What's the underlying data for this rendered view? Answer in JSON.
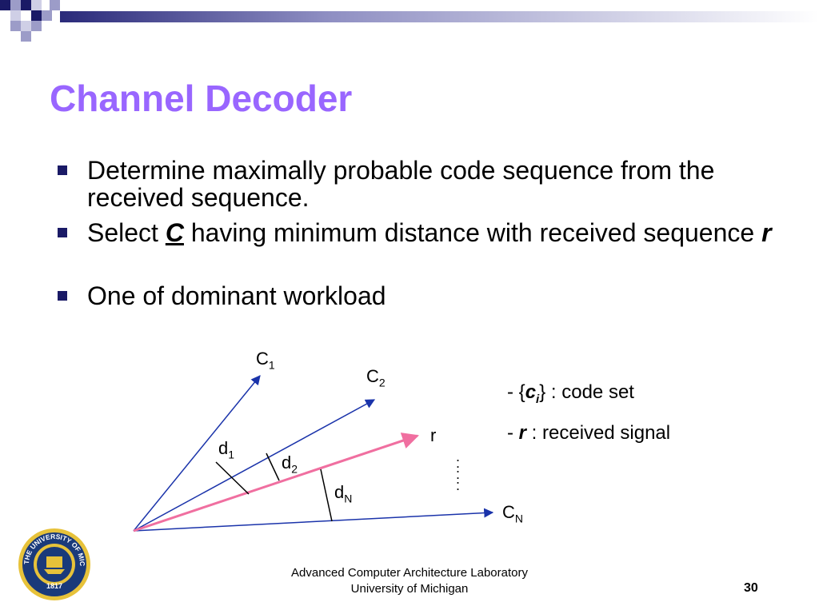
{
  "title": "Channel Decoder",
  "bullets": [
    {
      "text": "Determine maximally probable code sequence from the received sequence."
    },
    {
      "pre": "Select ",
      "bold": "C",
      "post": " having minimum distance with received sequence ",
      "end": "r"
    },
    {
      "text": "One of dominant workload"
    }
  ],
  "diagram": {
    "vectors": [
      {
        "label": "C",
        "sub": "1"
      },
      {
        "label": "C",
        "sub": "2"
      },
      {
        "label": "r",
        "sub": ""
      },
      {
        "label": "C",
        "sub": "N"
      }
    ],
    "distances": [
      {
        "label": "d",
        "sub": "1"
      },
      {
        "label": "d",
        "sub": "2"
      },
      {
        "label": "d",
        "sub": "N"
      }
    ],
    "ellipsis": ":\n:\n:",
    "colors": {
      "code_vectors": "#1a33aa",
      "received": "#f06fa0",
      "distance": "#000000"
    }
  },
  "legend": {
    "code_set": {
      "prefix": "- {",
      "symbol": "c",
      "subscript": "i",
      "suffix": "} : code set"
    },
    "received": {
      "prefix": "- ",
      "symbol": "r",
      "suffix": " : received signal"
    }
  },
  "footer": {
    "lab": "Advanced Computer Architecture Laboratory",
    "university": "University of Michigan",
    "page": "30"
  },
  "seal_text": "THE UNIVERSITY OF MICHIGAN 1817",
  "colors": {
    "title": "#9966ff",
    "bullet_marker": "#1a1a66",
    "header_dark": "#1a1a66",
    "header_light": "#9c9cc8"
  }
}
